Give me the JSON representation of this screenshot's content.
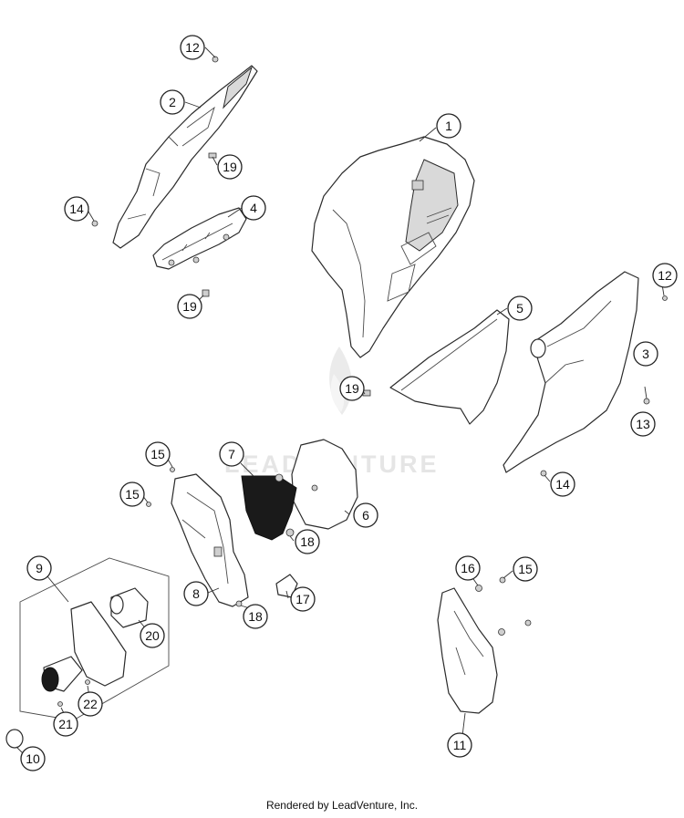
{
  "watermark": "LEADVENTURE",
  "footer": "Rendered by LeadVenture, Inc.",
  "callouts": [
    "12",
    "2",
    "19",
    "14",
    "4",
    "19",
    "1",
    "12",
    "5",
    "3",
    "13",
    "19",
    "14",
    "15",
    "7",
    "15",
    "6",
    "18",
    "8",
    "17",
    "9",
    "18",
    "16",
    "15",
    "20",
    "22",
    "21",
    "10",
    "11"
  ]
}
